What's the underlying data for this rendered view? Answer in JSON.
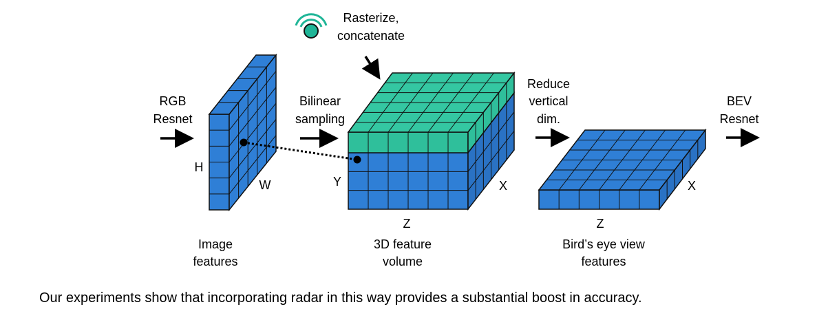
{
  "colors": {
    "blue": "#2f7fd6",
    "blue_side": "#2a72c4",
    "teal": "#2fbf9b",
    "teal_top": "#34c7a2",
    "outline": "#111111"
  },
  "icons": {
    "radar": "radar-signal-icon",
    "arrow": "arrow-right-icon"
  },
  "labels": {
    "rgb_resnet_1": "RGB",
    "rgb_resnet_2": "Resnet",
    "bilinear_1": "Bilinear",
    "bilinear_2": "sampling",
    "rasterize_1": "Rasterize,",
    "rasterize_2": "concatenate",
    "reduce_1": "Reduce",
    "reduce_2": "vertical",
    "reduce_3": "dim.",
    "bev_resnet_1": "BEV",
    "bev_resnet_2": "Resnet",
    "axis_h": "H",
    "axis_w": "W",
    "axis_y": "Y",
    "axis_x1": "X",
    "axis_z1": "Z",
    "axis_x2": "X",
    "axis_z2": "Z",
    "image_features_1": "Image",
    "image_features_2": "features",
    "feature_volume_1": "3D feature",
    "feature_volume_2": "volume",
    "bev_features_1": "Bird’s eye view",
    "bev_features_2": "features"
  },
  "caption": "Our experiments show that incorporating radar in this way provides a substantial boost in accuracy."
}
